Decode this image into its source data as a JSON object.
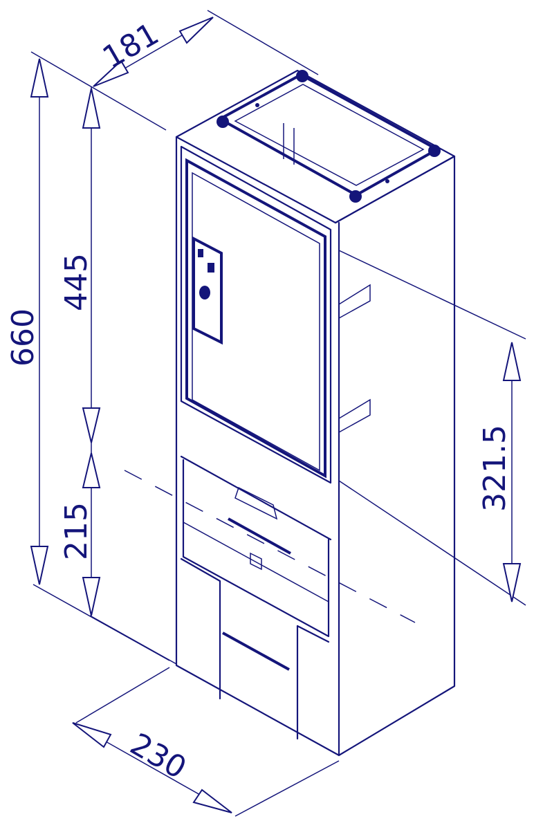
{
  "title": "Cabinet dimension drawing",
  "color": "#14157a",
  "dimensions": {
    "depth": "181",
    "total_height": "660",
    "upper_height": "445",
    "lower_height": "215",
    "axis_height": "321.5",
    "width": "230"
  }
}
